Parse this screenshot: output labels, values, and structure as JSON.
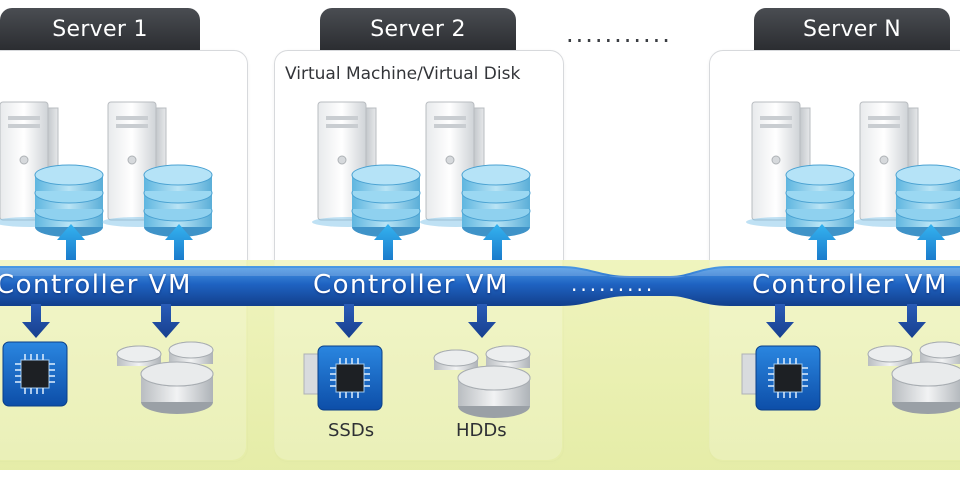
{
  "servers": [
    {
      "name": "Server 1"
    },
    {
      "name": "Server 2"
    },
    {
      "name": "Server N"
    }
  ],
  "ellipsis_top": "...........",
  "vm_caption": "Virtual Machine/Virtual Disk",
  "controller_label": "Controller VM",
  "bus_ellipsis": ".........",
  "storage_labels": {
    "ssd": "SSDs",
    "hdd": "HDDs"
  },
  "colors": {
    "tab": "#2f3236",
    "bus": "#1e5fb5",
    "arrow": "#1e8ad6",
    "band": "#e6eda6",
    "disk": "#8fcfe9",
    "chip": "#1565c0"
  }
}
